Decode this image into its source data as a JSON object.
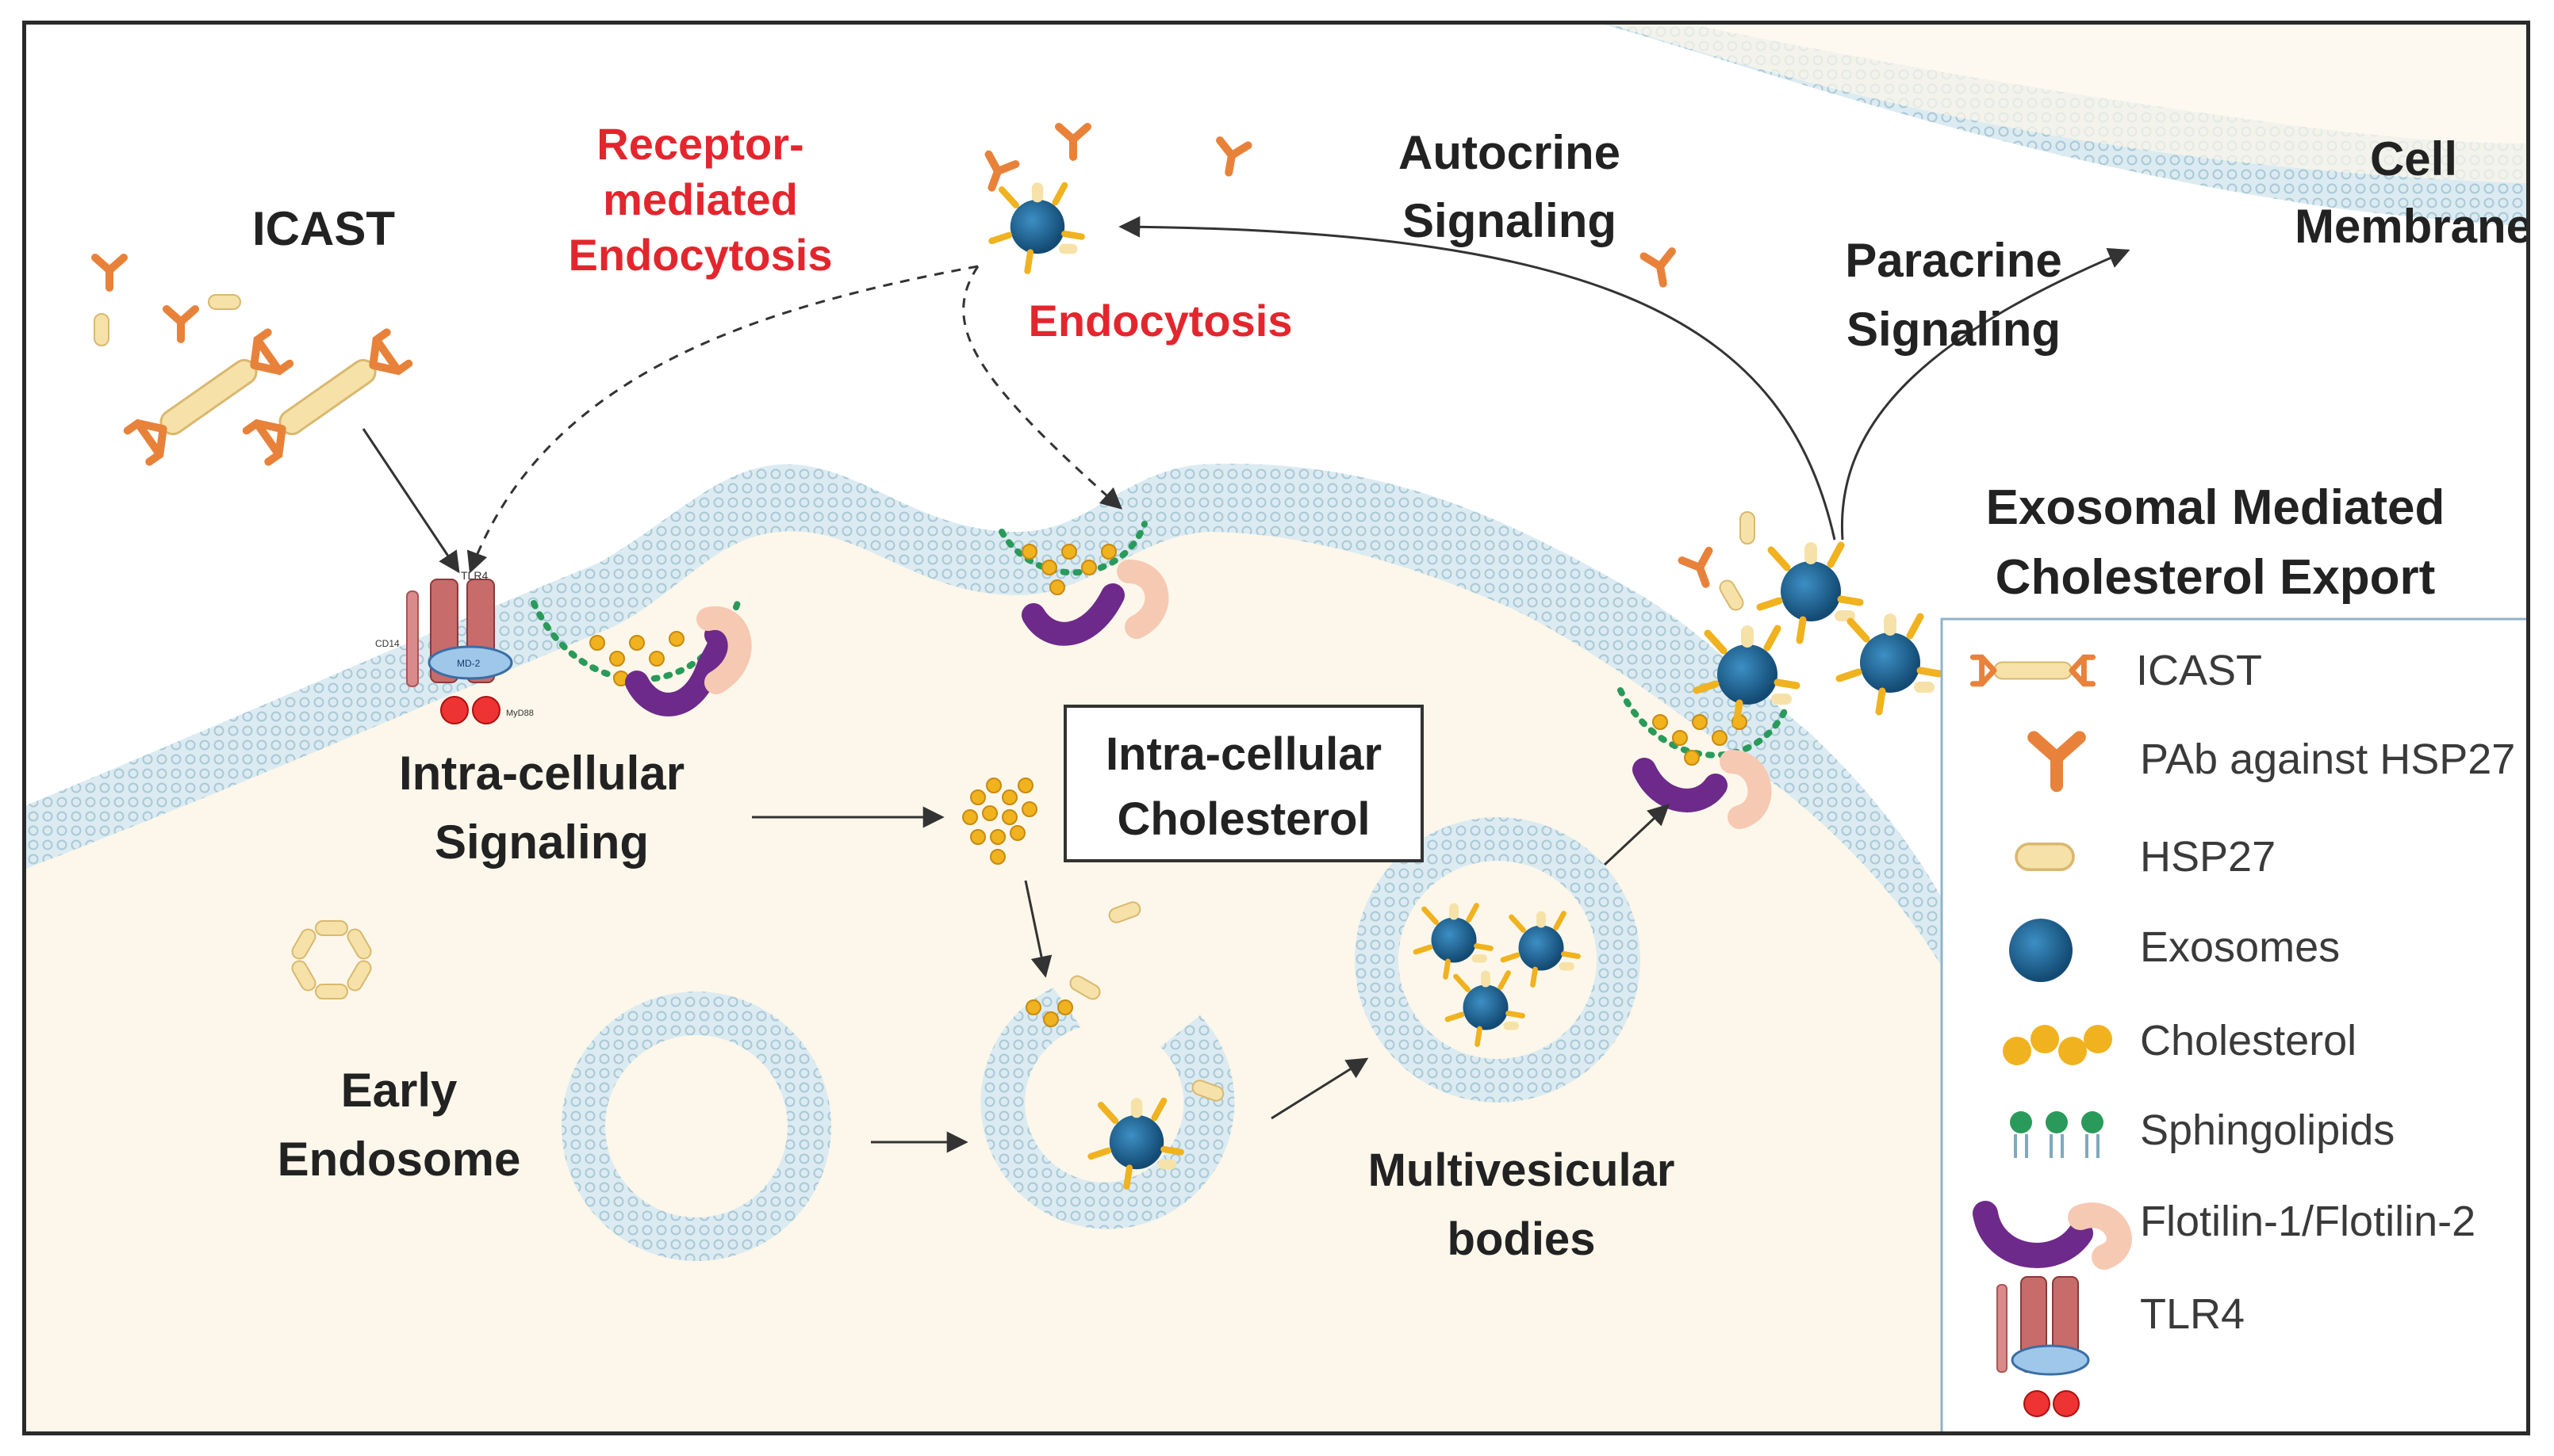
{
  "labels": {
    "icast": "ICAST",
    "receptor_mediated": [
      "Receptor-",
      "mediated",
      "Endocytosis"
    ],
    "endocytosis": "Endocytosis",
    "autocrine": [
      "Autocrine",
      "Signaling"
    ],
    "paracrine": [
      "Paracrine",
      "Signaling"
    ],
    "cell_membrane": [
      "Cell",
      "Membrane"
    ],
    "exosomal_export": [
      "Exosomal Mediated",
      "Cholesterol Export"
    ],
    "intracellular_signaling": [
      "Intra-cellular",
      "Signaling"
    ],
    "intracellular_cholesterol": [
      "Intra-cellular",
      "Cholesterol"
    ],
    "early_endosome": [
      "Early",
      "Endosome"
    ],
    "multivesicular": [
      "Multivesicular",
      "bodies"
    ]
  },
  "legend": [
    {
      "icon": "icast-icon",
      "label": "ICAST"
    },
    {
      "icon": "antibody-icon",
      "label": "PAb against HSP27"
    },
    {
      "icon": "hsp27-icon",
      "label": "HSP27"
    },
    {
      "icon": "exosome-icon",
      "label": "Exosomes"
    },
    {
      "icon": "cholesterol-icon",
      "label": "Cholesterol"
    },
    {
      "icon": "sphingolipid-icon",
      "label": "Sphingolipids"
    },
    {
      "icon": "flotilin-icon",
      "label": "Flotilin-1/Flotilin-2"
    },
    {
      "icon": "tlr4-icon",
      "label": "TLR4"
    }
  ],
  "receptor_labels": {
    "tlr4": "TLR4",
    "md2": "MD-2",
    "cd14": "CD14",
    "myd88": "MyD88"
  },
  "colors": {
    "red_text": "#e3262e",
    "antibody": "#e8823a",
    "hsp27": "#f6e2a8",
    "exosome": "#1b5f8c",
    "cholesterol": "#f0b21f",
    "membrane": "#c9dfe8",
    "cytoplasm": "#fcf7ea",
    "flotilin_1": "#6d2a8a",
    "flotilin_2": "#f6c9b3",
    "sphingolipid": "#2a9a5a"
  }
}
